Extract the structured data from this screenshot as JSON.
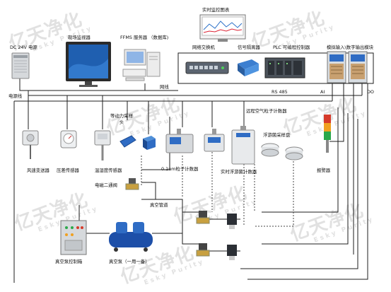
{
  "watermark": {
    "cn": "亿天净化",
    "en": "Esky Purity"
  },
  "labels": {
    "realtime_chart": "实时监控图表",
    "dc_power": "DC 24V 电源",
    "site_monitor": "现场监视器",
    "ffms_server": "FFMS 服务器 （数据库)",
    "network_switch": "网络交换机",
    "signal_isolator": "信号隔离器",
    "plc": "PLC 可编程控制器",
    "io_module": "模拟输入\\数字输出模块",
    "power_line": "电源线",
    "network_cable": "网线",
    "rs485": "RS 485",
    "ai": "AI",
    "do": "DO",
    "isokinetic_head": "等动力采样头",
    "remote_counter": "远程空气粒子计数器",
    "plankton_sampler": "浮游菌采样盘",
    "velocity_transmitter": "风速变送器",
    "pressure_sensor": "压差传感器",
    "temp_humidity_sensor": "温湿度传感器",
    "particle_counter": "0.1um粒子计数器",
    "plankton_counter": "实时浮游菌计数器",
    "alarm": "报警器",
    "solenoid_valve": "电磁二通阀",
    "vacuum_pipe": "真空管道",
    "vacuum_cabinet": "真空泵控制箱",
    "vacuum_pump": "真空泵（一用一备）"
  },
  "colors": {
    "wire": "#1c1c1c",
    "dashed": "#444444",
    "screen": "#1f5fb0",
    "device_grey": "#d6d9dc",
    "device_blue": "#2f6cc4",
    "pump_blue": "#1d4fa8",
    "alarm_red": "#d63a2a",
    "alarm_orange": "#f0a020",
    "alarm_green": "#2aa84a"
  },
  "icons": [
    "dc-power-icon",
    "monitor-icon",
    "server-icon",
    "chart-screen-icon",
    "switch-icon",
    "isolator-icon",
    "plc-icon",
    "io-module-icon",
    "sensor-icon",
    "particle-counter-icon",
    "alarm-icon",
    "valve-icon",
    "pump-icon",
    "cabinet-icon"
  ]
}
